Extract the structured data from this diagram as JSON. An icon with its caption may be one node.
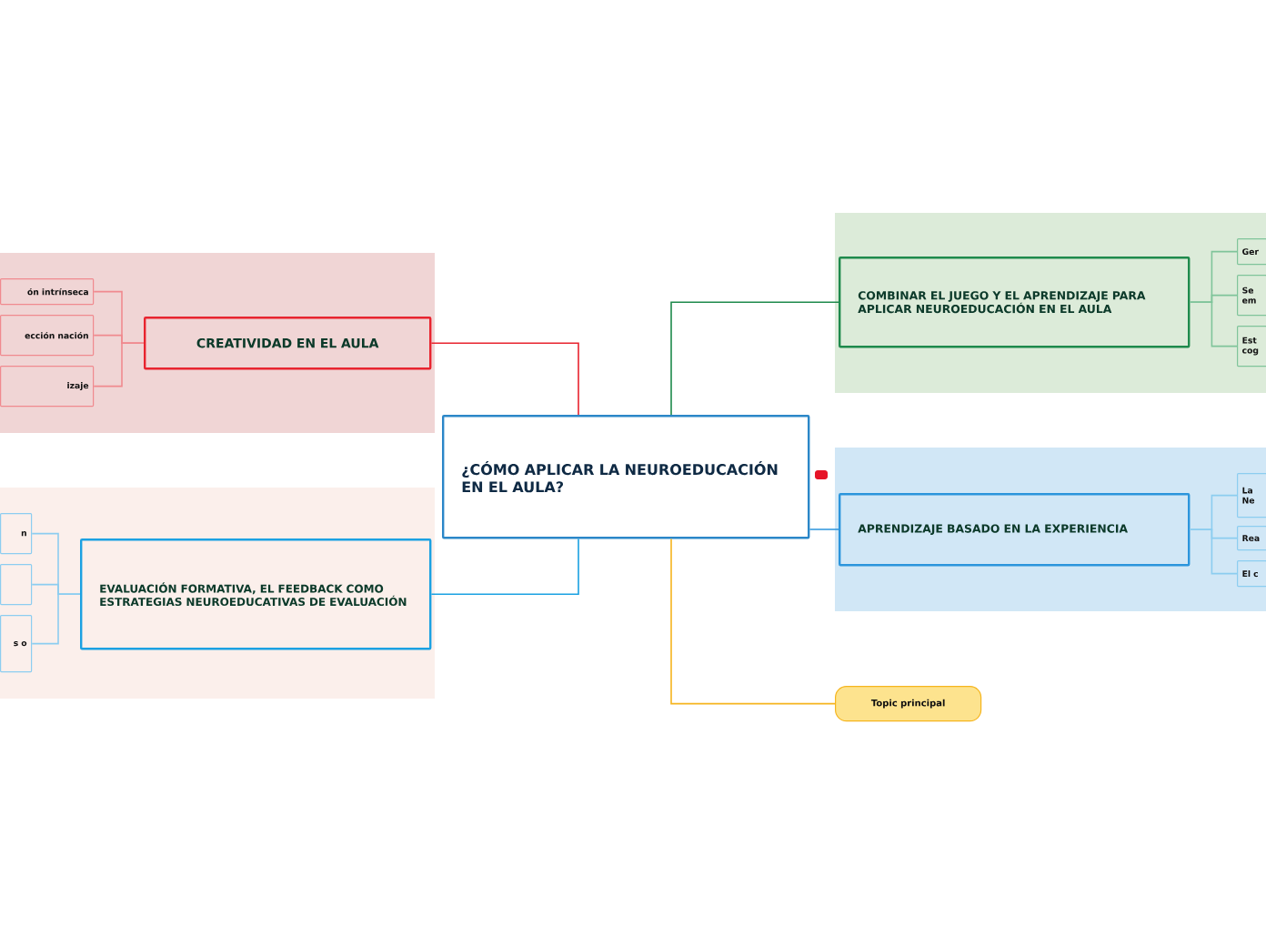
{
  "diagram": {
    "nodes": [
      {
        "text": [
          "¿CÓMO APLICAR LA NEUROEDUCACIÓN EN EL AULA?"
        ]
      },
      {
        "text": [
          "CREATIVIDAD EN EL AULA"
        ]
      },
      {
        "text": [
          "ón intrínseca"
        ]
      },
      {
        "text": [
          "ección nación"
        ]
      },
      {
        "text": [
          "izaje"
        ]
      },
      {
        "text": [
          "EVALUACIÓN FORMATIVA, EL FEEDBACK COMO ESTRATEGIAS NEUROEDUCATIVAS DE EVALUACIÓN"
        ]
      },
      {
        "text": [
          "n"
        ]
      },
      {
        "text": [],
        "shape": "box"
      },
      {
        "text": [
          "s o"
        ]
      },
      {
        "text": [
          "COMBINAR EL JUEGO Y EL APRENDIZAJE PARA APLICAR NEUROEDUCACIÓN EN EL AULA"
        ]
      },
      {
        "text": [
          "Ger"
        ]
      },
      {
        "text": [
          "Se em"
        ]
      },
      {
        "text": [
          "Est cog"
        ]
      },
      {
        "text": [
          "APRENDIZAJE BASADO EN LA EXPERIENCIA"
        ]
      },
      {
        "text": [
          "La Ne"
        ]
      },
      {
        "text": [
          "Rea"
        ]
      },
      {
        "text": [
          "El c"
        ]
      },
      {
        "text": [
          "Topic principal"
        ]
      }
    ],
    "edges": [
      {
        "from": 0,
        "to": 1,
        "arrow": "none",
        "color": "#e8242f"
      },
      {
        "from": 1,
        "to": 2,
        "arrow": "none",
        "color": "#f08a8f"
      },
      {
        "from": 1,
        "to": 3,
        "arrow": "none",
        "color": "#f08a8f"
      },
      {
        "from": 1,
        "to": 4,
        "arrow": "none",
        "color": "#f08a8f"
      },
      {
        "from": 0,
        "to": 5,
        "arrow": "none",
        "color": "#1ba1e2"
      },
      {
        "from": 5,
        "to": 6,
        "arrow": "none",
        "color": "#8ccdf0"
      },
      {
        "from": 5,
        "to": 7,
        "arrow": "none",
        "color": "#8ccdf0"
      },
      {
        "from": 5,
        "to": 8,
        "arrow": "none",
        "color": "#8ccdf0"
      },
      {
        "from": 0,
        "to": 9,
        "arrow": "none",
        "color": "#1e8a4c"
      },
      {
        "from": 9,
        "to": 10,
        "arrow": "none",
        "color": "#7fc49a"
      },
      {
        "from": 9,
        "to": 11,
        "arrow": "none",
        "color": "#7fc49a"
      },
      {
        "from": 9,
        "to": 12,
        "arrow": "none",
        "color": "#7fc49a"
      },
      {
        "from": 0,
        "to": 13,
        "arrow": "none",
        "color": "#2b95dc"
      },
      {
        "from": 13,
        "to": 14,
        "arrow": "none",
        "color": "#8ccdf0"
      },
      {
        "from": 13,
        "to": 15,
        "arrow": "none",
        "color": "#8ccdf0"
      },
      {
        "from": 13,
        "to": 16,
        "arrow": "none",
        "color": "#8ccdf0"
      },
      {
        "from": 0,
        "to": 17,
        "arrow": "none",
        "color": "#f5b51f"
      }
    ]
  }
}
